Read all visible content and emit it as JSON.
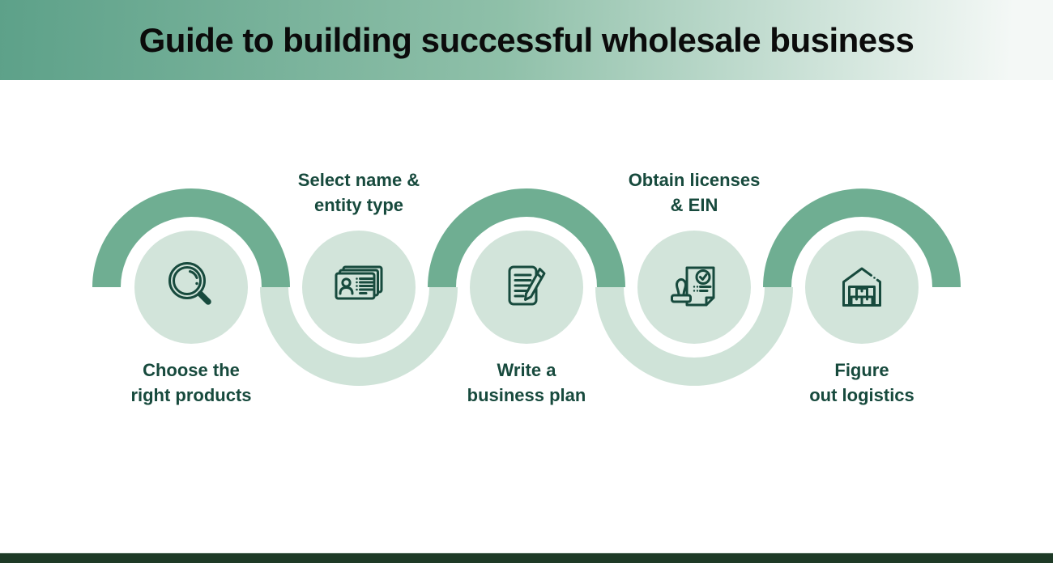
{
  "header": {
    "title": "Guide to building successful wholesale business"
  },
  "steps": [
    {
      "order": 1,
      "label_line1": "Choose the",
      "label_line2": "right products",
      "label_position": "below",
      "icon": "magnifier-icon"
    },
    {
      "order": 2,
      "label_line1": "Select name &",
      "label_line2": "entity type",
      "label_position": "above",
      "icon": "id-cards-icon"
    },
    {
      "order": 3,
      "label_line1": "Write a",
      "label_line2": "business plan",
      "label_position": "below",
      "icon": "document-pencil-icon"
    },
    {
      "order": 4,
      "label_line1": "Obtain licenses",
      "label_line2": "& EIN",
      "label_position": "above",
      "icon": "license-stamp-icon"
    },
    {
      "order": 5,
      "label_line1": "Figure",
      "label_line2": "out logistics",
      "label_position": "below",
      "icon": "warehouse-icon"
    }
  ],
  "colors": {
    "accent_green": "#6FAE92",
    "light_green": "#CFE3D8",
    "circle_fill": "#D2E4DA",
    "text_teal": "#174A3D",
    "title_color": "#0B0B0B",
    "footer_green": "#1E3A26",
    "header_grad_left": "#5DA189",
    "header_grad_mid": "#8FC0A9",
    "header_grad_right": "#F4F8F6",
    "background": "#FFFFFF"
  }
}
